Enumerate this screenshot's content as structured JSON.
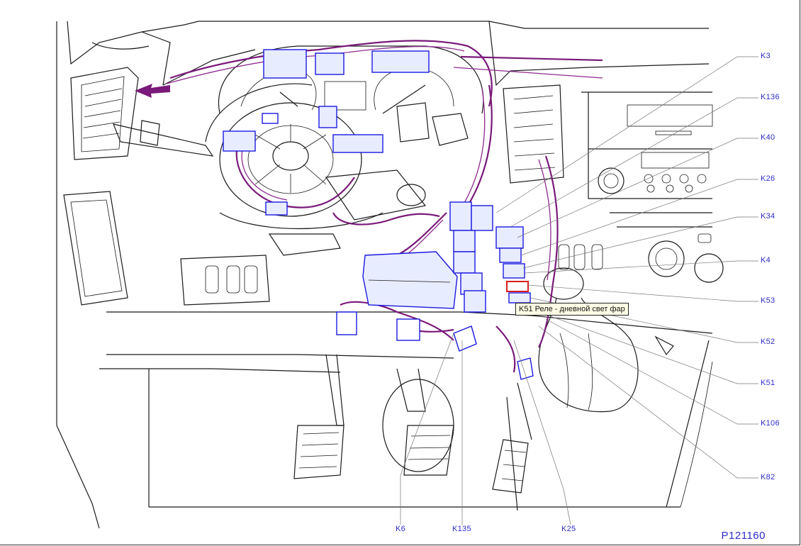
{
  "callouts": {
    "K3": "K3",
    "K136": "K136",
    "K40": "K40",
    "K26": "K26",
    "K34": "K34",
    "K4": "K4",
    "K53": "K53",
    "K52": "K52",
    "K51": "K51",
    "K106": "K106",
    "K82": "K82",
    "K6": "K6",
    "K135": "K135",
    "K25": "K25"
  },
  "tooltip": "K51 Реле - дневной свет фар",
  "drawing_code": "P121160",
  "colors": {
    "callout_text": "#2c2cc8",
    "wiring": "#7a1a7a",
    "connectors": "#1a1ae0",
    "highlight": "#d81c1c",
    "tooltip_bg": "#ffffe6"
  }
}
